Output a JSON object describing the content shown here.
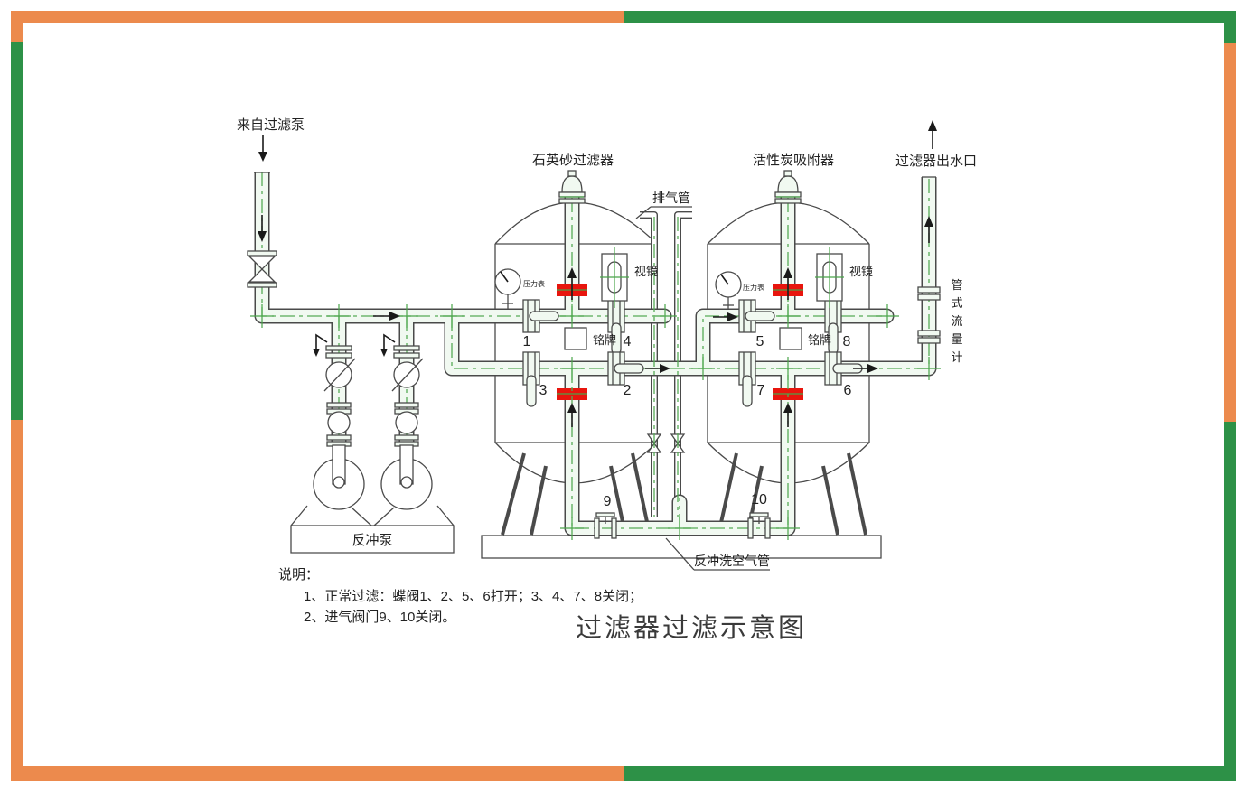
{
  "diagram": {
    "title": "过滤器过滤示意图",
    "labels": {
      "inlet": "来自过滤泵",
      "vessel_left": "石英砂过滤器",
      "vessel_right": "活性炭吸附器",
      "exhaust_pipe": "排气管",
      "outlet": "过滤器出水口",
      "flow_meter": "管式流量计",
      "sight_glass": "视镜",
      "pressure_gauge": "压力表",
      "nameplate": "铭牌",
      "backwash_pump": "反冲泵",
      "backwash_air_pipe": "反冲洗空气管"
    },
    "flow_meter_chars": [
      "管",
      "式",
      "流",
      "量",
      "计"
    ],
    "valve_numbers": [
      "1",
      "2",
      "3",
      "4",
      "5",
      "6",
      "7",
      "8",
      "9",
      "10"
    ],
    "notes": {
      "heading": "说明：",
      "line1": "1、正常过滤：蝶阀1、2、5、6打开；3、4、7、8关闭；",
      "line2": "2、进气阀门9、10关闭。"
    },
    "colors": {
      "frame_orange": "#EC8A4D",
      "frame_green": "#2D9147",
      "line": "#4a4a4a",
      "pipe_fill": "#f1f9f1",
      "centerline_green": "#56ab56",
      "valve_closed_red": "#e8150d"
    }
  }
}
